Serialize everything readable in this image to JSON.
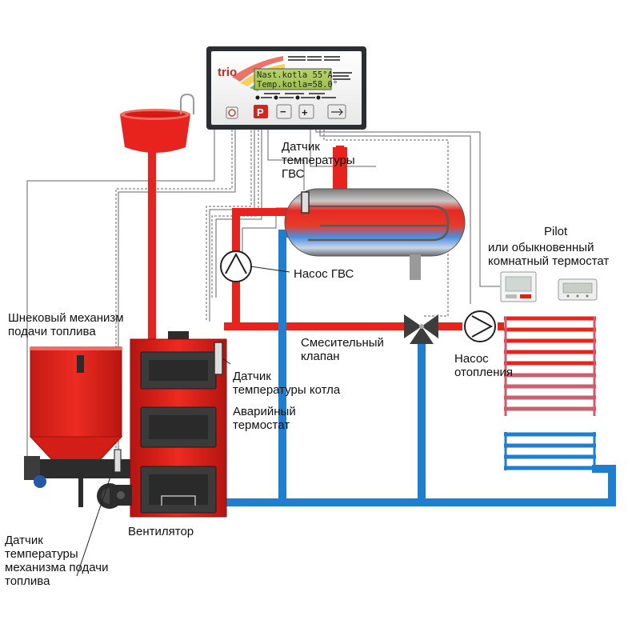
{
  "controller": {
    "brand": "trio",
    "lcd_line1": "Nast.kotla 55°A",
    "lcd_line2": "Temp.kotla=58.0°",
    "btn_p": "P",
    "btn_minus": "−",
    "btn_plus": "+"
  },
  "labels": {
    "dhw_sensor": "Датчик\nтемпературы\nГВС",
    "dhw_pump": "Насос ГВС",
    "pilot": "Pilot",
    "thermostat": "или обыкновенный\nкомнатный термостат",
    "auger": "Шнековый механизм\nподачи топлива",
    "mixing_valve": "Смесительный\nклапан",
    "heating_pump": "Насос\nотопления",
    "boiler_sensor": "Датчик\nтемпературы котла",
    "emergency_thermostat": "Аварийный\nтермостат",
    "fan": "Вентилятор",
    "feeder_sensor": "Датчик\nтемпературы\nмеханизма подачи\nтоплива"
  },
  "colors": {
    "supply_red": "#e8231d",
    "return_blue": "#1e7fd2",
    "boiler_red": "#e0201a",
    "controller_dark": "#2a2d31"
  }
}
